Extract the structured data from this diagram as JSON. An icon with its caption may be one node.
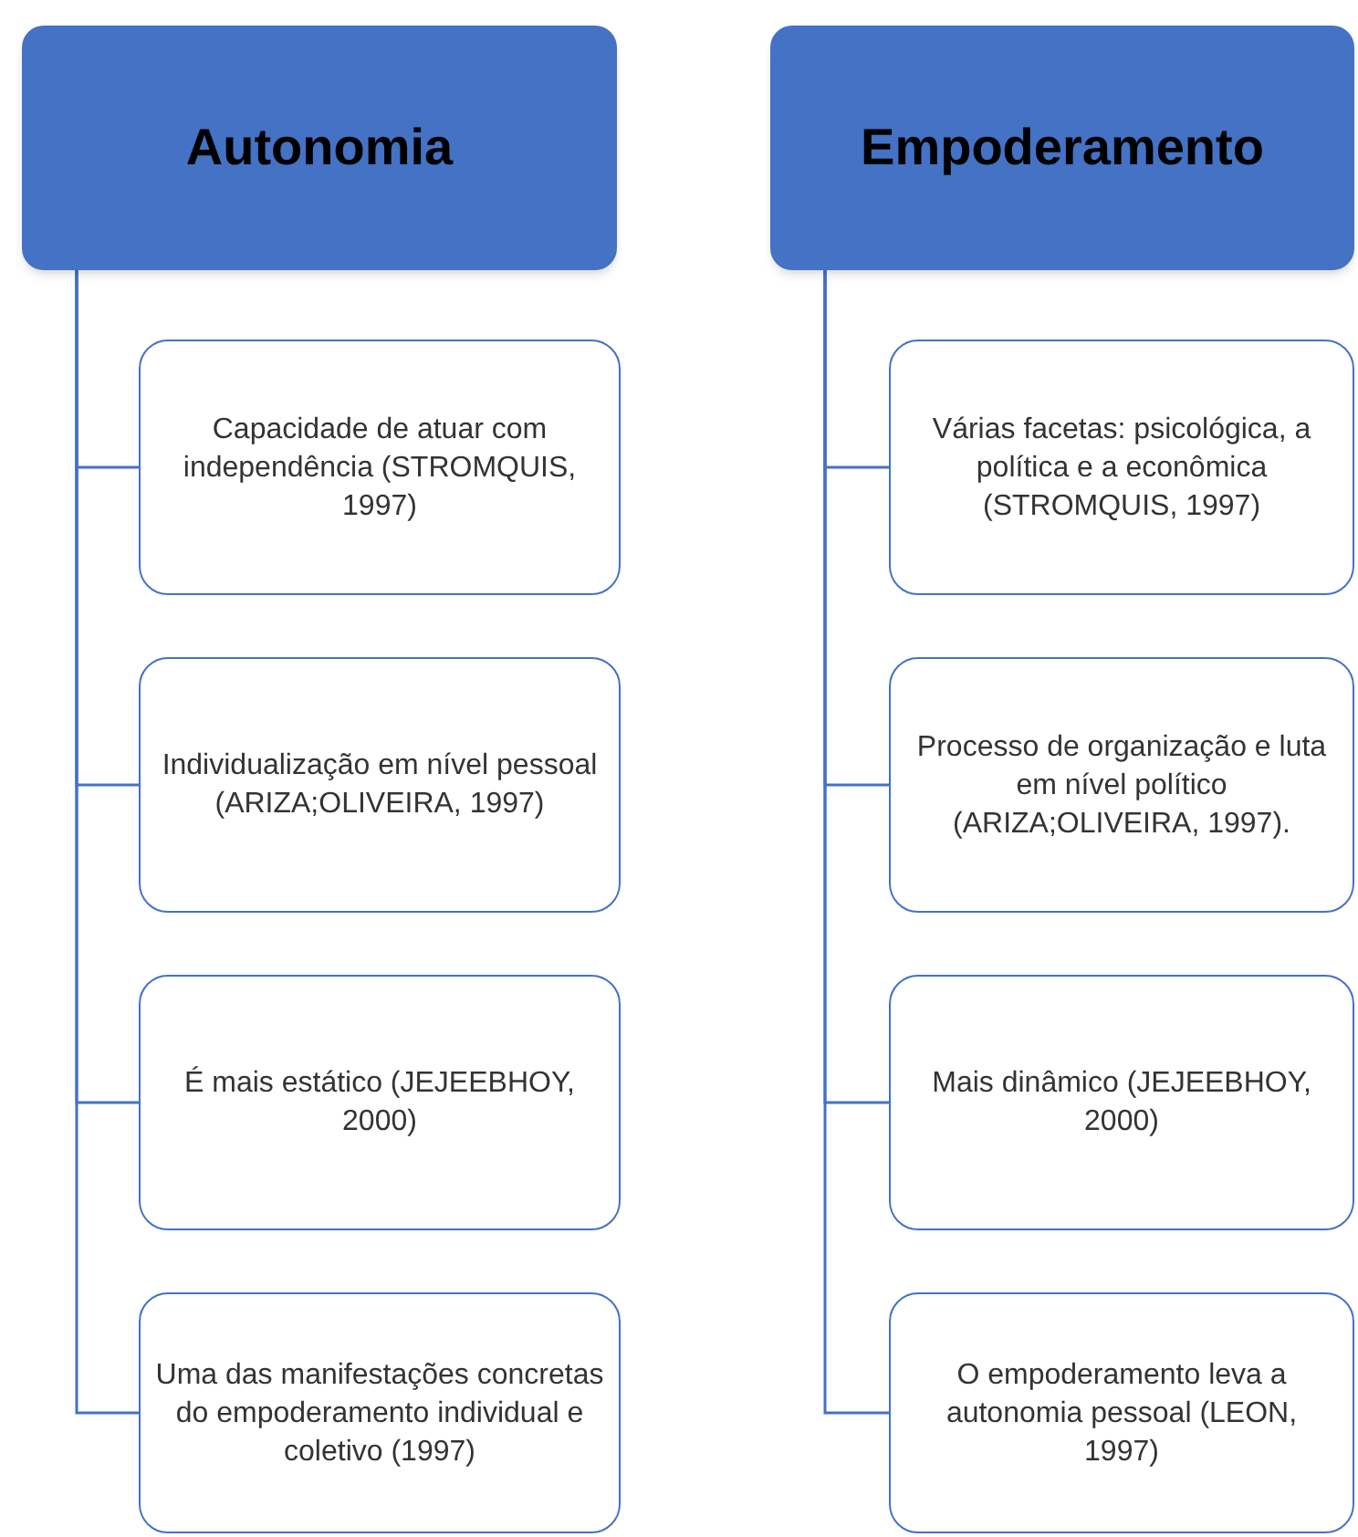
{
  "diagram": {
    "nodes": [
      {
        "text": [
          "Autonomia"
        ]
      },
      {
        "text": [
          "Capacidade de atuar com independência (STROMQUIS, 1997)"
        ]
      },
      {
        "text": [
          "Individualização em nível pessoal (ARIZA;OLIVEIRA, 1997)"
        ]
      },
      {
        "text": [
          "É mais estático (JEJEEBHOY, 2000)"
        ]
      },
      {
        "text": [
          "Uma das manifestações concretas do empoderamento individual e coletivo (1997)"
        ]
      },
      {
        "text": [
          "Empoderamento"
        ]
      },
      {
        "text": [
          "Várias facetas: psicológica, a política e a econômica (STROMQUIS, 1997)"
        ]
      },
      {
        "text": [
          "Processo de organização e luta em nível político (ARIZA;OLIVEIRA, 1997)."
        ]
      },
      {
        "text": [
          "Mais dinâmico (JEJEEBHOY, 2000)"
        ]
      },
      {
        "text": [
          "O empoderamento leva a autonomia pessoal (LEON, 1997)"
        ]
      }
    ],
    "edges": [
      {
        "from": 0,
        "to": 1,
        "arrow": "none"
      },
      {
        "from": 0,
        "to": 2,
        "arrow": "none"
      },
      {
        "from": 0,
        "to": 3,
        "arrow": "none"
      },
      {
        "from": 0,
        "to": 4,
        "arrow": "none"
      },
      {
        "from": 5,
        "to": 6,
        "arrow": "none"
      },
      {
        "from": 5,
        "to": 7,
        "arrow": "none"
      },
      {
        "from": 5,
        "to": 8,
        "arrow": "none"
      },
      {
        "from": 5,
        "to": 9,
        "arrow": "none"
      }
    ]
  }
}
